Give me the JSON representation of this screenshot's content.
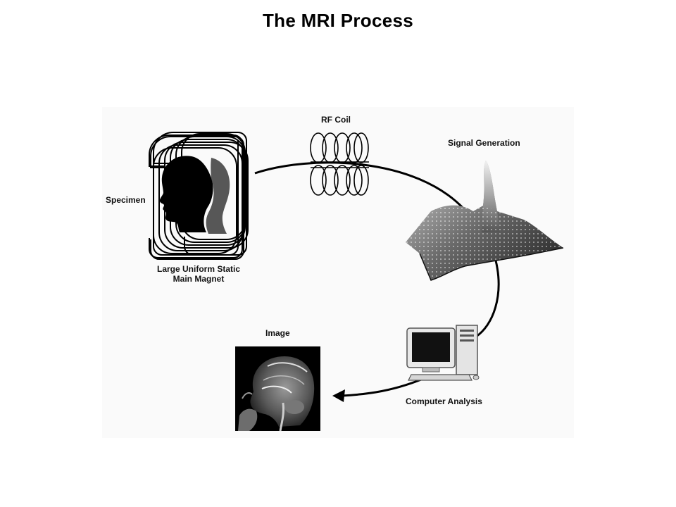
{
  "title": "The MRI Process",
  "labels": {
    "specimen": "Specimen",
    "magnet_line1": "Large Uniform Static",
    "magnet_line2": "Main Magnet",
    "rf_coil": "RF Coil",
    "signal_generation": "Signal Generation",
    "computer_analysis": "Computer Analysis",
    "image": "Image"
  },
  "icons": {
    "magnet": "magnet-coils-icon",
    "head": "head-silhouette-icon",
    "coil": "rf-coil-icon",
    "signal": "signal-surface-icon",
    "computer": "desktop-computer-icon",
    "scan": "mri-brain-scan-icon"
  }
}
